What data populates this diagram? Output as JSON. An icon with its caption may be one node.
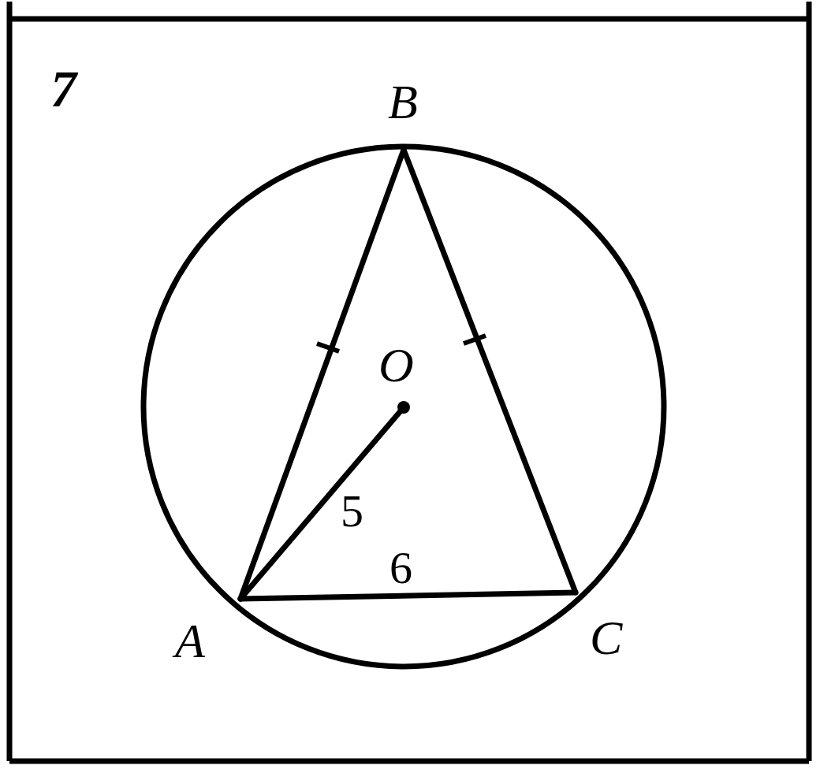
{
  "diagram": {
    "nodes": [
      {
        "text": [
          "B"
        ]
      },
      {
        "text": [
          "O"
        ]
      },
      {
        "text": [
          "A"
        ]
      },
      {
        "text": [
          "C"
        ]
      }
    ],
    "edges": [
      {
        "from": 0,
        "to": 2,
        "arrow": "none"
      },
      {
        "from": 0,
        "to": 3,
        "arrow": "none"
      },
      {
        "from": 2,
        "to": 3,
        "arrow": "none",
        "label": "6"
      },
      {
        "from": 2,
        "to": 1,
        "arrow": "none",
        "label": "5"
      }
    ],
    "labels": [
      "7"
    ]
  }
}
